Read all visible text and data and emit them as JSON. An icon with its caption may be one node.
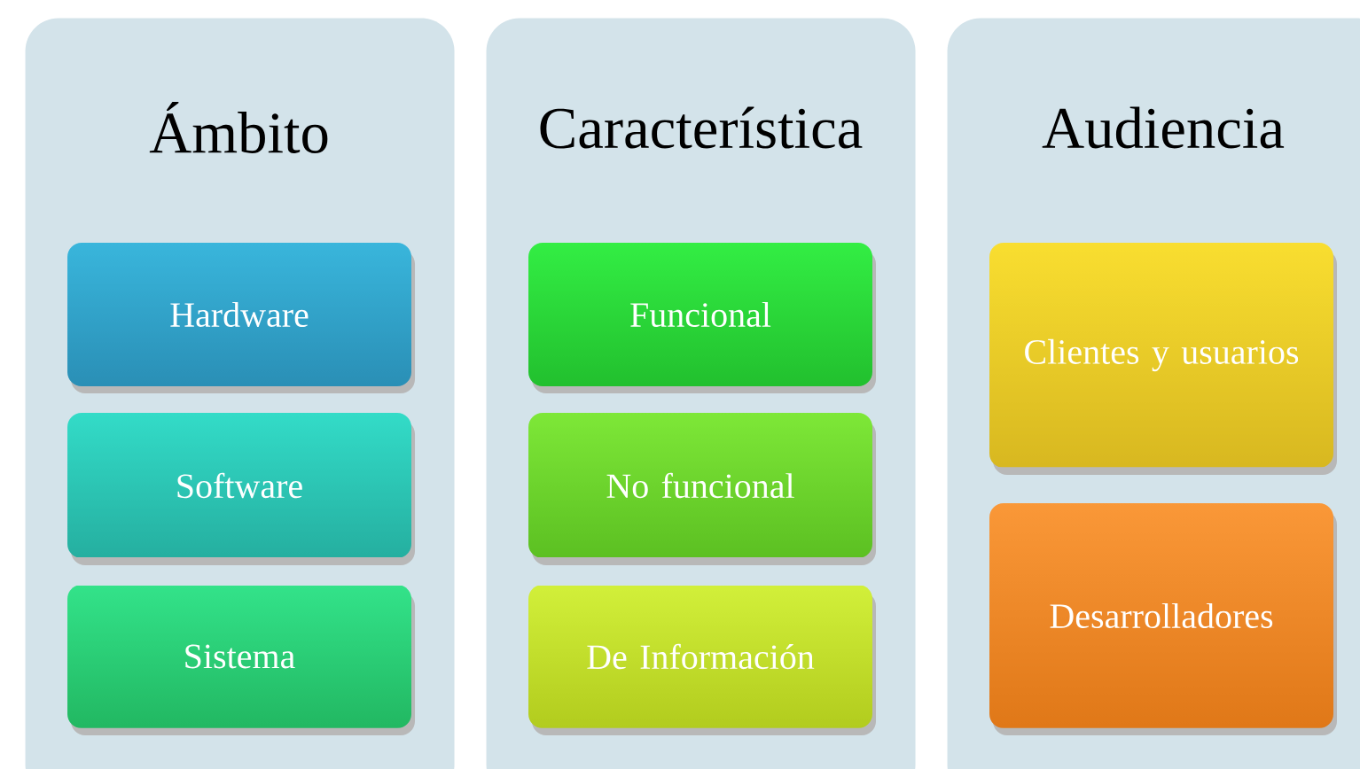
{
  "diagram": {
    "nodes": [
      {
        "text": [
          "Ámbito"
        ]
      },
      {
        "text": [
          "Hardware"
        ],
        "in": 0
      },
      {
        "text": [
          "Software"
        ],
        "in": 0
      },
      {
        "text": [
          "Sistema"
        ],
        "in": 0
      },
      {
        "text": [
          "Característica"
        ]
      },
      {
        "text": [
          "Funcional"
        ],
        "in": 4
      },
      {
        "text": [
          "No funcional"
        ],
        "in": 4
      },
      {
        "text": [
          "De Información"
        ],
        "in": 4
      },
      {
        "text": [
          "Audiencia"
        ]
      },
      {
        "text": [
          "Clientes y usuarios"
        ],
        "in": 8
      },
      {
        "text": [
          "Desarrolladores"
        ],
        "in": 8
      }
    ]
  }
}
